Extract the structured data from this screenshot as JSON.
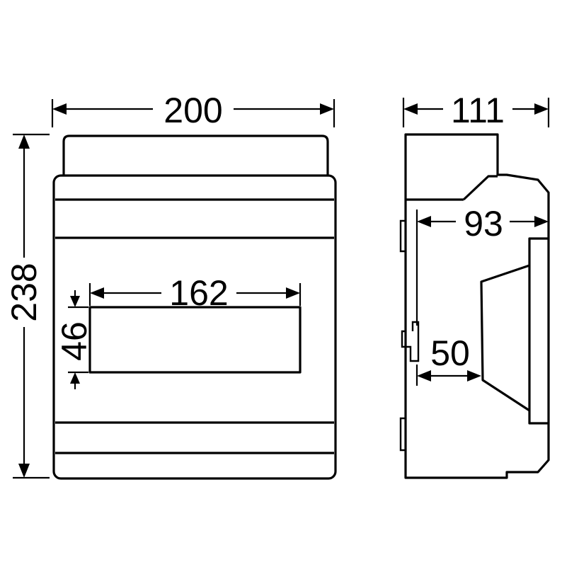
{
  "dimensions": {
    "width": "200",
    "height": "238",
    "depth": "111",
    "window_width": "162",
    "window_height": "46",
    "inner_depth": "93",
    "step_depth": "50"
  },
  "colors": {
    "line": "#000000",
    "background": "#ffffff"
  }
}
